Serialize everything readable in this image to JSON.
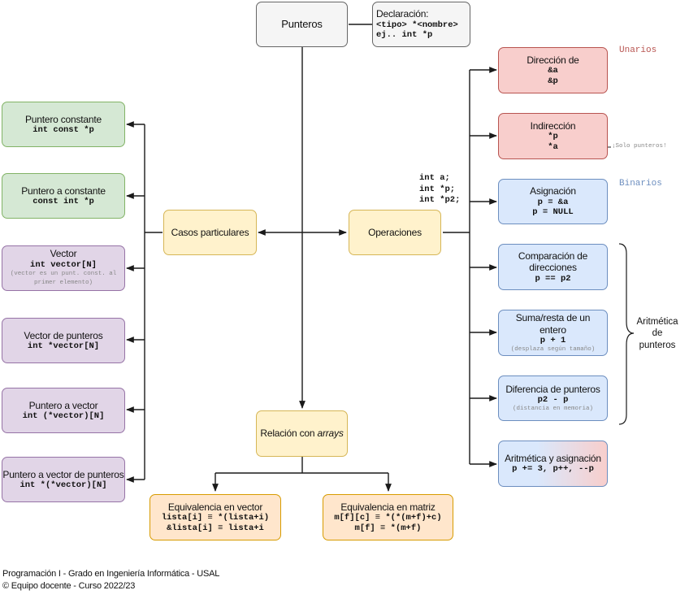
{
  "root": {
    "title": "Punteros"
  },
  "declaration": {
    "title": "Declaración:",
    "syntax": "<tipo> *<nombre>",
    "example": "ej.. int *p"
  },
  "particular_cases": {
    "title": "Casos particulares",
    "items": [
      {
        "title": "Puntero constante",
        "code": "int const *p"
      },
      {
        "title": "Puntero a constante",
        "code": "const int *p"
      },
      {
        "title": "Vector",
        "code": "int vector[N]",
        "note": "(vector es un punt. const. al primer elemento)"
      },
      {
        "title": "Vector de punteros",
        "code": "int *vector[N]"
      },
      {
        "title": "Puntero a vector",
        "code": "int (*vector)[N]"
      },
      {
        "title": "Puntero a vector de punteros",
        "code": "int *(*vector)[N]"
      }
    ]
  },
  "operations": {
    "title": "Operaciones",
    "declarations": [
      "int a;",
      "int *p;",
      "int *p2;"
    ],
    "unary_label": "Unarios",
    "binary_label": "Binarios",
    "arith_label": "Aritmética de punteros",
    "items": [
      {
        "title": "Dirección de",
        "code1": "&a",
        "code2": "&p"
      },
      {
        "title": "Indirección",
        "code1": "*p",
        "code2": "*a",
        "annotation": "¡Solo punteros!"
      },
      {
        "title": "Asignación",
        "code1": "p = &a",
        "code2": "p = NULL"
      },
      {
        "title": "Comparación de direcciones",
        "code1": "p == p2"
      },
      {
        "title": "Suma/resta de un entero",
        "code1": "p + 1",
        "note": "(desplaza según tamaño)"
      },
      {
        "title": "Diferencia de punteros",
        "code1": "p2 - p",
        "note": "(distancia en memoria)"
      },
      {
        "title": "Aritmética y asignación",
        "code1": "p += 3, p++, --p"
      }
    ]
  },
  "arrays": {
    "title_prefix": "Relación con ",
    "title_em": "arrays",
    "vector": {
      "title": "Equivalencia en vector",
      "code1": "lista[i] ≡ *(lista+i)",
      "code2": "&lista[i] ≡ lista+i"
    },
    "matrix": {
      "title": "Equivalencia en matriz",
      "code1": "m[f][c] ≡ *(*(m+f)+c)",
      "code2": "m[f] ≡ *(m+f)"
    }
  },
  "footer": {
    "line1": "Programación I - Grado en Ingeniería Informática - USAL",
    "line2": "© Equipo docente - Curso 2022/23"
  },
  "colors": {
    "unary": "#b85450",
    "binary": "#6c8ebf",
    "line": "#1a1a1a"
  }
}
